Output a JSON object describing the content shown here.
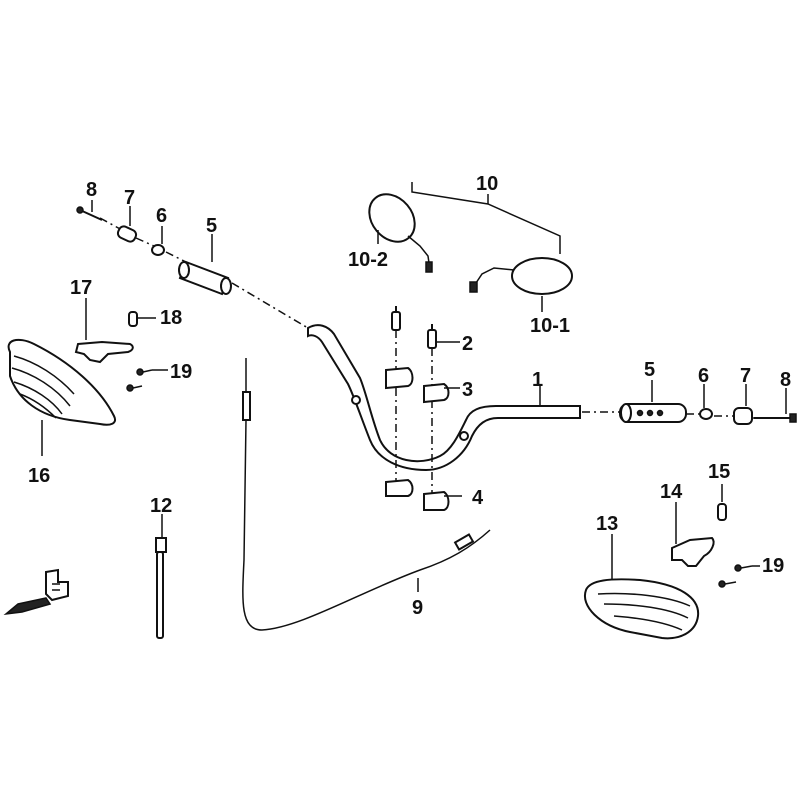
{
  "diagram": {
    "labels": {
      "handlebar": "1",
      "bolt": "2",
      "upper_holder": "3",
      "lower_holder": "4",
      "grip_left": "5",
      "grip_right": "5",
      "weight_washer_left": "6",
      "weight_washer_right": "6",
      "weight_left": "7",
      "weight_right": "7",
      "screw_left": "8",
      "screw_right": "8",
      "throttle_cable": "9",
      "mirror_set": "10",
      "mirror_right": "10-1",
      "mirror_left": "10-2",
      "cable_tie": "12",
      "handguard_right": "13",
      "bracket_right": "14",
      "bolt_right": "15",
      "handguard_left": "16",
      "bracket_left": "17",
      "bolt_left": "18",
      "screw_set_left": "19",
      "screw_set_right": "19"
    }
  }
}
